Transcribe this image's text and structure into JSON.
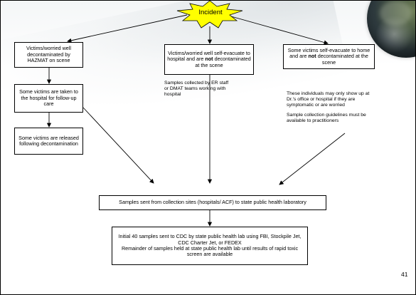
{
  "incident": "Incident",
  "boxes": {
    "hazmat": "Victims/worried well decontaminated by HAZMAT on scene",
    "hospital_follow_up": "Some victims are taken to the hospital for follow-up care",
    "released": "Some victims are released following decontamination",
    "self_evac_hospital_pre": "Victims/worried well self-evacuate to hospital and are ",
    "self_evac_hospital_bold": "not",
    "self_evac_hospital_post": " decontaminated at the scene",
    "self_evac_home_pre": "Some victims self-evacuate to home and are ",
    "self_evac_home_bold": "not",
    "self_evac_home_post": " decontaminated at the scene",
    "samples_sent": "Samples sent from collection sites (hospitals/ ACF) to state public health laboratory",
    "cdc_line1": "Initial 40 samples sent to CDC by state public health lab using FBI, Stockpile Jet, CDC Charter Jet, or FEDEX",
    "cdc_line2": "Remainder of samples held at state public health lab until results of rapid toxic screen are available"
  },
  "notes": {
    "samples_collected": "Samples collected by ER staff or DMAT teams working with hospital",
    "may_show_up": "These individuals may only show up at Dr.'s office or hospital if they are symptomatic or are worried",
    "guidelines": "Sample collection guidelines must be available to practitioners"
  },
  "page_number": "41",
  "colors": {
    "star_fill": "#ffff00",
    "star_stroke": "#000000",
    "box_border": "#000000"
  }
}
